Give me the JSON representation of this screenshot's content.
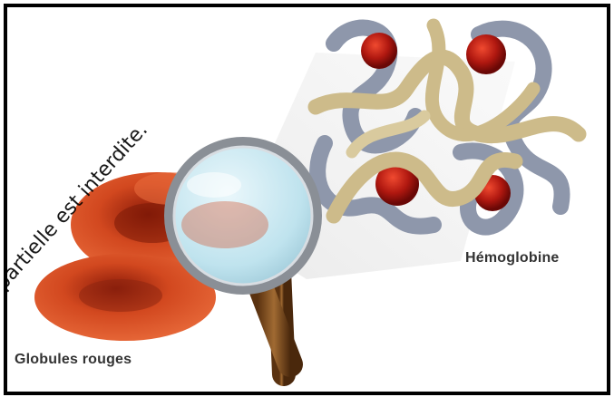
{
  "labels": {
    "hemoglobin": "Hémoglobine",
    "red_blood_cells": "Globules rouges"
  },
  "watermark": "partielle est interdite.",
  "colors": {
    "frame": "#000000",
    "rbc": "#c8401f",
    "heme": "#b01810",
    "chain_gold": "#cdbb8a",
    "chain_gray": "#8e97ab",
    "lens_glass": "#c9e8f2",
    "handle": "#7a4a1f"
  }
}
